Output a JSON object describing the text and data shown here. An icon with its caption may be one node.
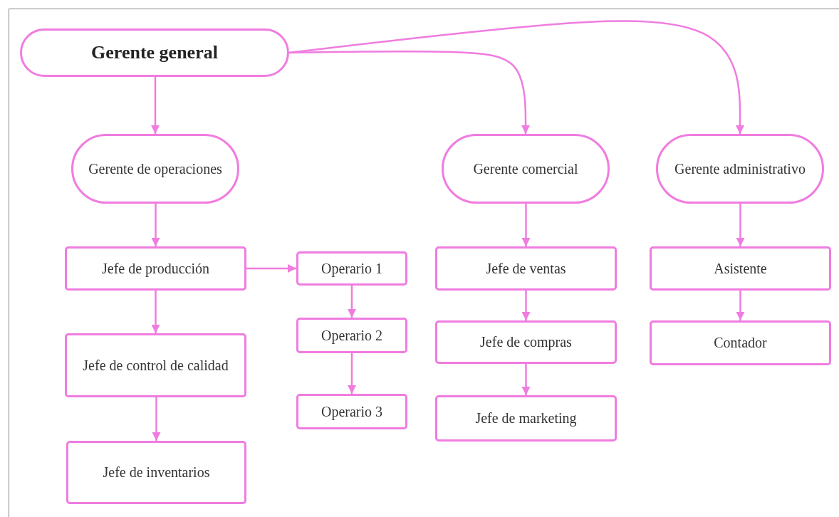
{
  "diagram": {
    "nodes": [
      {
        "text": [
          "Gerente general"
        ]
      },
      {
        "text": [
          "Gerente de operaciones"
        ]
      },
      {
        "text": [
          "Gerente comercial"
        ]
      },
      {
        "text": [
          "Gerente administrativo"
        ]
      },
      {
        "text": [
          "Jefe de producción"
        ]
      },
      {
        "text": [
          "Operario 1"
        ]
      },
      {
        "text": [
          "Jefe de control de calidad"
        ]
      },
      {
        "text": [
          "Operario 2"
        ]
      },
      {
        "text": [
          "Operario 3"
        ]
      },
      {
        "text": [
          "Jefe de inventarios"
        ]
      },
      {
        "text": [
          "Jefe de ventas"
        ]
      },
      {
        "text": [
          "Jefe de compras"
        ]
      },
      {
        "text": [
          "Jefe de marketing"
        ]
      },
      {
        "text": [
          "Asistente"
        ]
      },
      {
        "text": [
          "Contador"
        ]
      }
    ],
    "edges": [
      {
        "from": 0,
        "to": 1,
        "arrow": "to"
      },
      {
        "from": 0,
        "to": 2,
        "arrow": "to"
      },
      {
        "from": 0,
        "to": 3,
        "arrow": "to"
      },
      {
        "from": 1,
        "to": 4,
        "arrow": "to"
      },
      {
        "from": 4,
        "to": 5,
        "arrow": "to"
      },
      {
        "from": 4,
        "to": 6,
        "arrow": "to"
      },
      {
        "from": 6,
        "to": 9,
        "arrow": "to"
      },
      {
        "from": 5,
        "to": 7,
        "arrow": "to"
      },
      {
        "from": 7,
        "to": 8,
        "arrow": "to"
      },
      {
        "from": 2,
        "to": 10,
        "arrow": "to"
      },
      {
        "from": 10,
        "to": 11,
        "arrow": "to"
      },
      {
        "from": 11,
        "to": 12,
        "arrow": "to"
      },
      {
        "from": 3,
        "to": 13,
        "arrow": "to"
      },
      {
        "from": 13,
        "to": 14,
        "arrow": "to"
      }
    ]
  }
}
